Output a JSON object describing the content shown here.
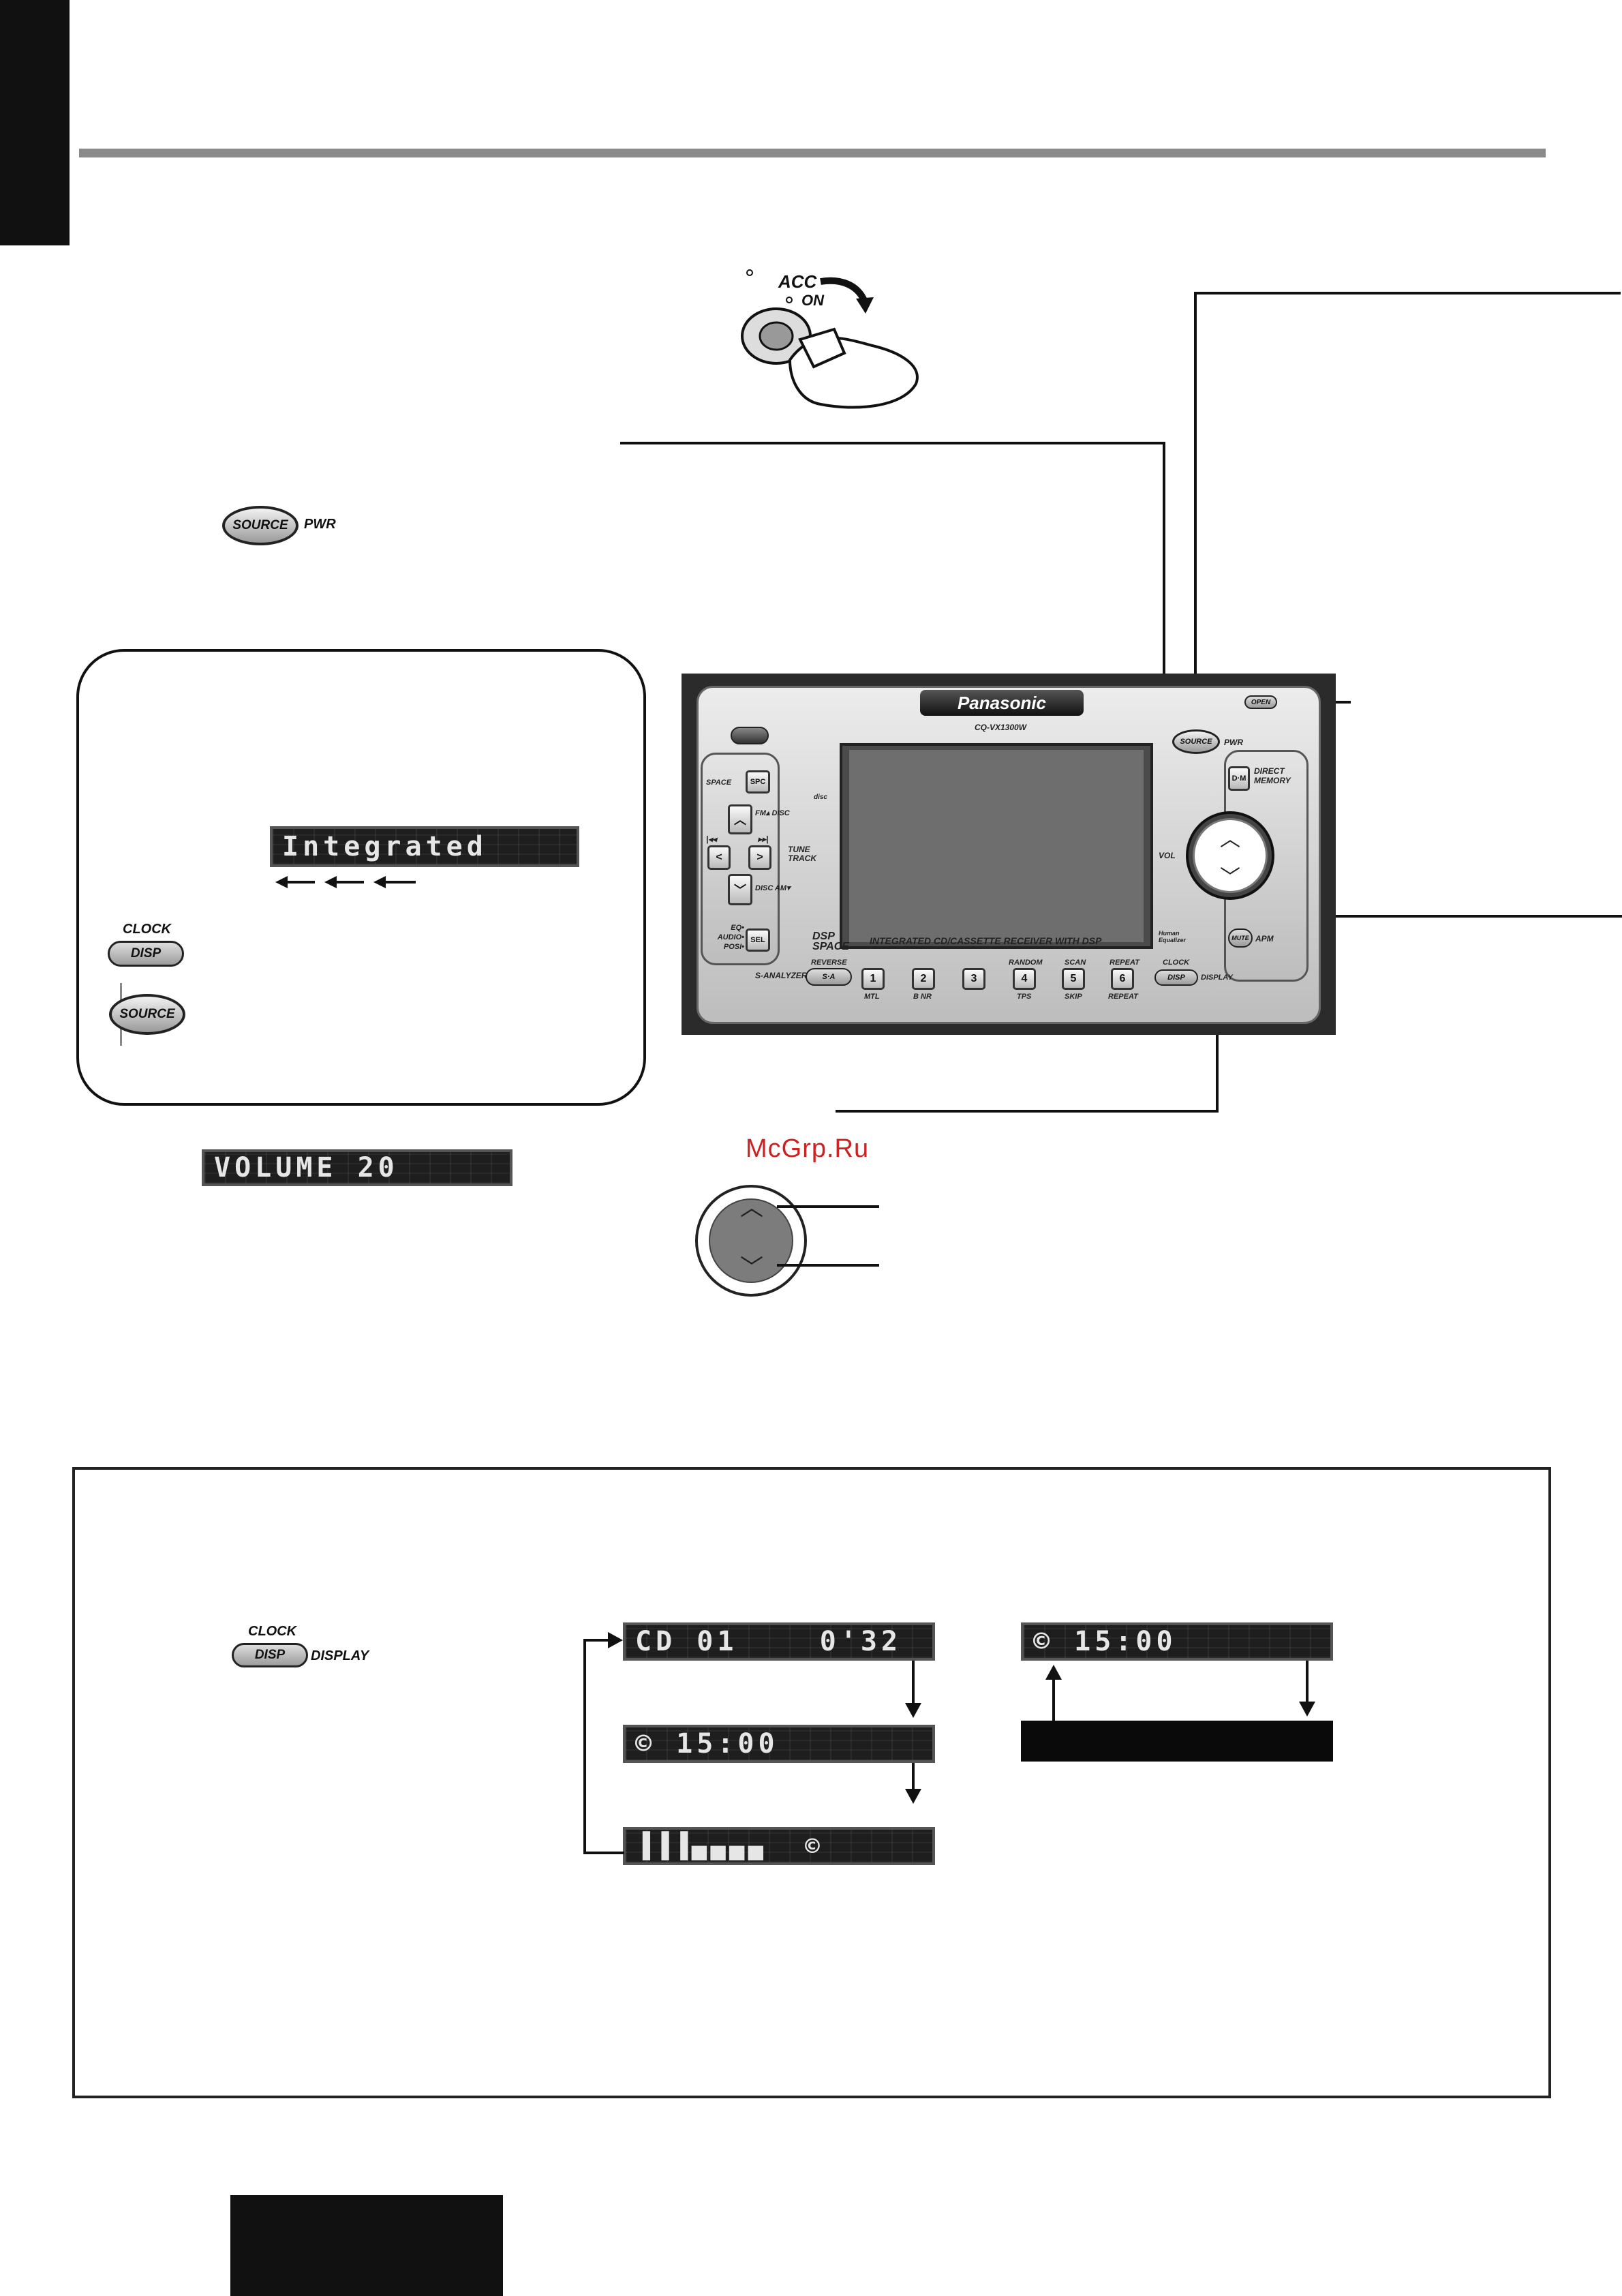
{
  "illustrations": {
    "ignition": {
      "acc": "ACC",
      "on": "ON"
    }
  },
  "buttons": {
    "source": "SOURCE",
    "pwr": "PWR",
    "clock": "CLOCK",
    "disp": "DISP",
    "display": "DISPLAY"
  },
  "lcd": {
    "integrated": "Integrated",
    "volume": "VOLUME 20",
    "cd_track": "CD 01    0'32",
    "clock_time_1": "© 15:00",
    "clock_time_2": "© 15:00",
    "spectrum": "▐▐▐▄▄▄▄  ©"
  },
  "head_unit": {
    "brand": "Panasonic",
    "model": "CQ-VX1300W",
    "open": "OPEN",
    "source": "SOURCE",
    "pwr": "PWR",
    "space": "SPACE",
    "spc": "SPC",
    "fm_disc": "FM▴ DISC",
    "disc_am": "DISC AM▾",
    "tune_track": "TUNE TRACK",
    "eq_audio_posi": "EQ• AUDIO• POSI•",
    "sel": "SEL",
    "dm": "D·M",
    "direct_memory": "DIRECT MEMORY",
    "vol": "VOL",
    "mute": "MUTE",
    "apm": "APM",
    "human_equalizer": "Human Equalizer",
    "dsp_space": "DSP SPACE",
    "tagline": "INTEGRATED CD/CASSETTE RECEIVER WITH DSP",
    "s_analyzer": "S-ANALYZER",
    "reverse": "REVERSE",
    "sa": "S·A",
    "presets": [
      {
        "num": "1",
        "top": "",
        "bottom": "MTL"
      },
      {
        "num": "2",
        "top": "",
        "bottom": "B NR"
      },
      {
        "num": "3",
        "top": "",
        "bottom": ""
      },
      {
        "num": "4",
        "top": "RANDOM",
        "bottom": "TPS"
      },
      {
        "num": "5",
        "top": "SCAN",
        "bottom": "SKIP"
      },
      {
        "num": "6",
        "top": "REPEAT",
        "bottom": "REPEAT"
      }
    ],
    "clock": "CLOCK",
    "disp": "DISP",
    "display": "DISPLAY"
  },
  "watermark": "McGrp.Ru"
}
